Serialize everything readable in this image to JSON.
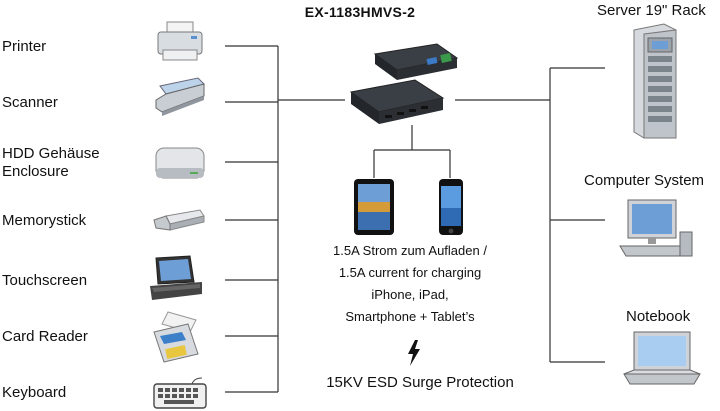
{
  "title": "EX-1183HMVS-2",
  "left_devices": [
    {
      "label": "Printer",
      "icon": "printer-icon"
    },
    {
      "label": "Scanner",
      "icon": "scanner-icon"
    },
    {
      "label": "HDD Gehäuse\nEnclosure",
      "icon": "hdd-enclosure-icon"
    },
    {
      "label": "Memorystick",
      "icon": "usb-stick-icon"
    },
    {
      "label": "Touchscreen",
      "icon": "touchscreen-terminal-icon"
    },
    {
      "label": "Card Reader",
      "icon": "card-reader-icon"
    },
    {
      "label": "Keyboard",
      "icon": "keyboard-icon"
    }
  ],
  "right_devices": [
    {
      "label": "Server 19\" Rack",
      "icon": "server-rack-icon"
    },
    {
      "label": "Computer System",
      "icon": "desktop-computer-icon"
    },
    {
      "label": "Notebook",
      "icon": "notebook-icon"
    }
  ],
  "charging": {
    "line1": "1.5A Strom zum Aufladen /",
    "line2": "1.5A current for charging",
    "line3": "iPhone, iPad,",
    "line4": "Smartphone + Tablet’s"
  },
  "esd": "15KV ESD Surge Protection",
  "colors": {
    "wire": "#333333",
    "device_grey": "#9aa3ab",
    "screen_blue": "#6e9ed6"
  }
}
